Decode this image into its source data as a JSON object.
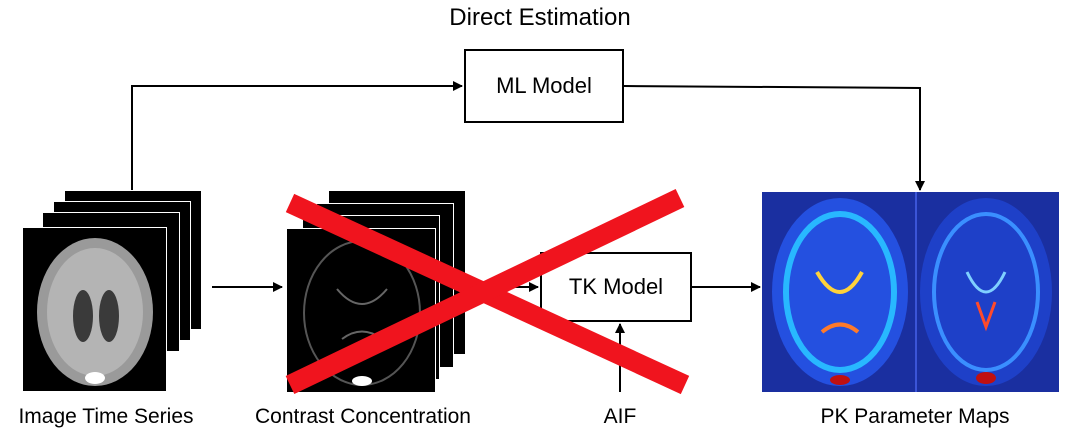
{
  "title": "Direct Estimation",
  "ml_model": "ML Model",
  "tk_model": "TK Model",
  "labels": {
    "image_series": "Image Time Series",
    "contrast": "Contrast Concentration",
    "aif": "AIF",
    "pk_maps": "PK Parameter Maps"
  },
  "colors": {
    "cross": "#f0141e",
    "map_bg": "#1a2fa0"
  }
}
